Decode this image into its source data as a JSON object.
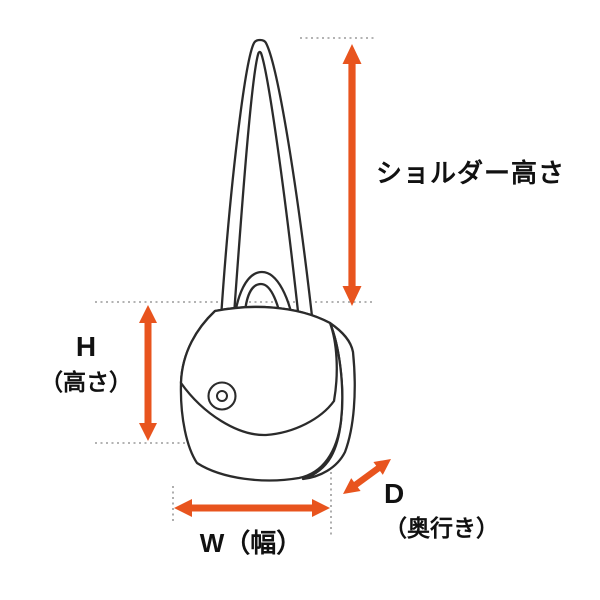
{
  "labels": {
    "shoulder_height": "ショルダー高さ",
    "height_letter": "H",
    "height_sub": "（高さ）",
    "width": "W（幅）",
    "depth_letter": "D",
    "depth_sub": "（奥行き）"
  },
  "colors": {
    "arrow": "#E8541E",
    "outline": "#2B2B2B",
    "dotted_guide": "#9A9A9A",
    "background": "#FFFFFF",
    "text": "#111111"
  },
  "illustration": {
    "subject": "shoulder-bag-line-drawing"
  }
}
